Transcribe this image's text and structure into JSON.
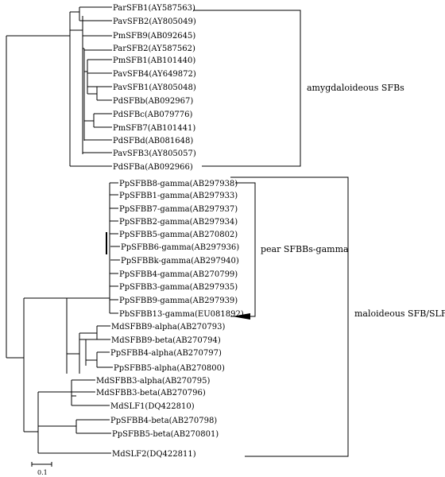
{
  "tree": {
    "taxa": [
      "ParSFB1(AY587563)",
      "PavSFB2(AY805049)",
      "PmSFB9(AB092645)",
      "ParSFB2(AY587562)",
      "PmSFB1(AB101440)",
      "PavSFB4(AY649872)",
      "PavSFB1(AY805048)",
      "PdSFBb(AB092967)",
      "PdSFBc(AB079776)",
      "PmSFB7(AB101441)",
      "PdSFBd(AB081648)",
      "PavSFB3(AY805057)",
      "PdSFBa(AB092966)",
      "PpSFBB8-gamma(AB297938)",
      "PpSFBB1-gamma(AB297933)",
      "PpSFBB7-gamma(AB297937)",
      "PpSFBB2-gamma(AB297934)",
      "PpSFBB5-gamma(AB270802)",
      "PpSFBB6-gamma(AB297936)",
      "PpSFBBk-gamma(AB297940)",
      "PpSFBB4-gamma(AB270799)",
      "PpSFBB3-gamma(AB297935)",
      "PpSFBB9-gamma(AB297939)",
      "PbSFBB13-gamma(EU081892)",
      "MdSFBB9-alpha(AB270793)",
      "MdSFBB9-beta(AB270794)",
      "PpSFBB4-alpha(AB270797)",
      "PpSFBB5-alpha(AB270800)",
      "MdSFBB3-alpha(AB270795)",
      "MdSFBB3-beta(AB270796)",
      "MdSLF1(DQ422810)",
      "PpSFBB4-beta(AB270798)",
      "PpSFBB5-beta(AB270801)",
      "MdSLF2(DQ422811)"
    ],
    "group_labels": {
      "amygdaloideous": "amygdaloideous SFBs",
      "pear_gamma": "pear SFBBs-gamma",
      "maloideous": "maloideous SFB/SLFs"
    },
    "scale_bar": {
      "label": "0.1"
    }
  }
}
